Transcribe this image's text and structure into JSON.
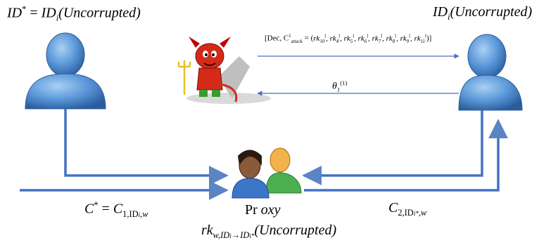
{
  "labels": {
    "left_user": {
      "lhs": "ID",
      "lhs_sup": "*",
      "eq": " = ",
      "rhs": "ID",
      "rhs_sub": "i",
      "note": "(Uncorrupted)"
    },
    "right_user": {
      "id": "ID",
      "sub": "i",
      "note": "(Uncorrupted)"
    },
    "attack_message": {
      "prefix": "[Dec, C",
      "sup": "1",
      "sub": "attack",
      "body": " = (rk",
      "keys": [
        "10",
        "4",
        "5",
        "6",
        "7",
        "8",
        "9",
        "11"
      ],
      "suffix": ")]"
    },
    "theta": {
      "symbol": "θ",
      "sub": "1",
      "sup": "(1)"
    },
    "proxy": {
      "pr": "Pr",
      "oxy": "oxy"
    },
    "c_star": {
      "lhs": "C",
      "lhs_sup": "*",
      "eq": " = ",
      "rhs": "C",
      "rhs_sub": "1,ID",
      "rhs_sub2": "i",
      "tail": ",w"
    },
    "c2": {
      "c": "C",
      "sub": "2,ID",
      "sub2": "i*",
      "tail": ",w"
    },
    "rk": {
      "rk": "rk",
      "sub": "w,ID",
      "sub2": "i",
      "arrow": "→ID",
      "sub3": "i*",
      "note": "(Uncorrupted)"
    }
  },
  "colors": {
    "flow_blue": "#4472c4",
    "arrow_blue": "#5b84c4"
  }
}
